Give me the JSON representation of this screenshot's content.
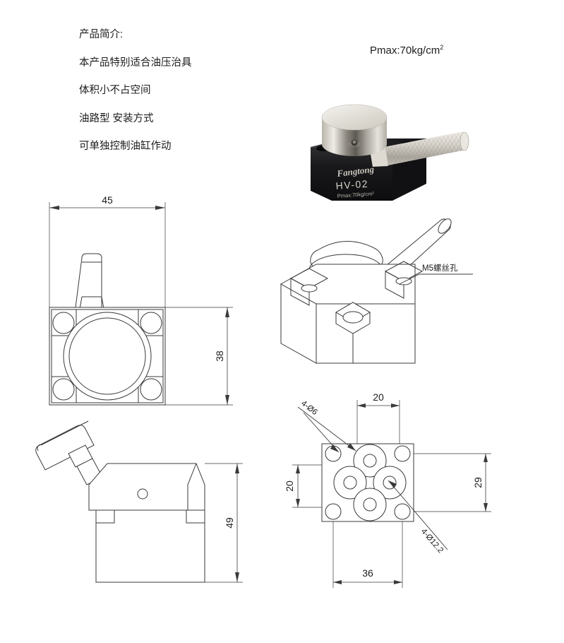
{
  "intro": {
    "lines": [
      "产品简介:",
      "本产品特别适合油压治具",
      "体积小不占空间",
      "油路型 安装方式",
      "可单独控制油缸作动"
    ]
  },
  "caption": {
    "pmax_prefix": "Pmax:70kg/cm",
    "pmax_sup": "2"
  },
  "photo": {
    "brand": "Fangtong",
    "model": "HV-02",
    "rating": "Pmax:70kg/cm",
    "rating_sup": "2",
    "body_color": "#1a1a1c",
    "metal_color": "#e8e6e2"
  },
  "views": {
    "top": {
      "name": "top-view",
      "dim_width": "45",
      "dim_height": "38"
    },
    "iso": {
      "name": "isometric-view",
      "annotation": "M5螺丝孔"
    },
    "side": {
      "name": "side-view",
      "dim_height": "49"
    },
    "bottom": {
      "name": "bottom-view",
      "dim_top": "20",
      "dim_left": "20",
      "dim_right": "29",
      "dim_bottom": "36",
      "ann_small_holes": "4-Ø6",
      "ann_large_holes": "4-Ø12.2"
    }
  },
  "colors": {
    "line": "#3a3a3a",
    "text": "#1c1c1c",
    "background": "#ffffff"
  }
}
